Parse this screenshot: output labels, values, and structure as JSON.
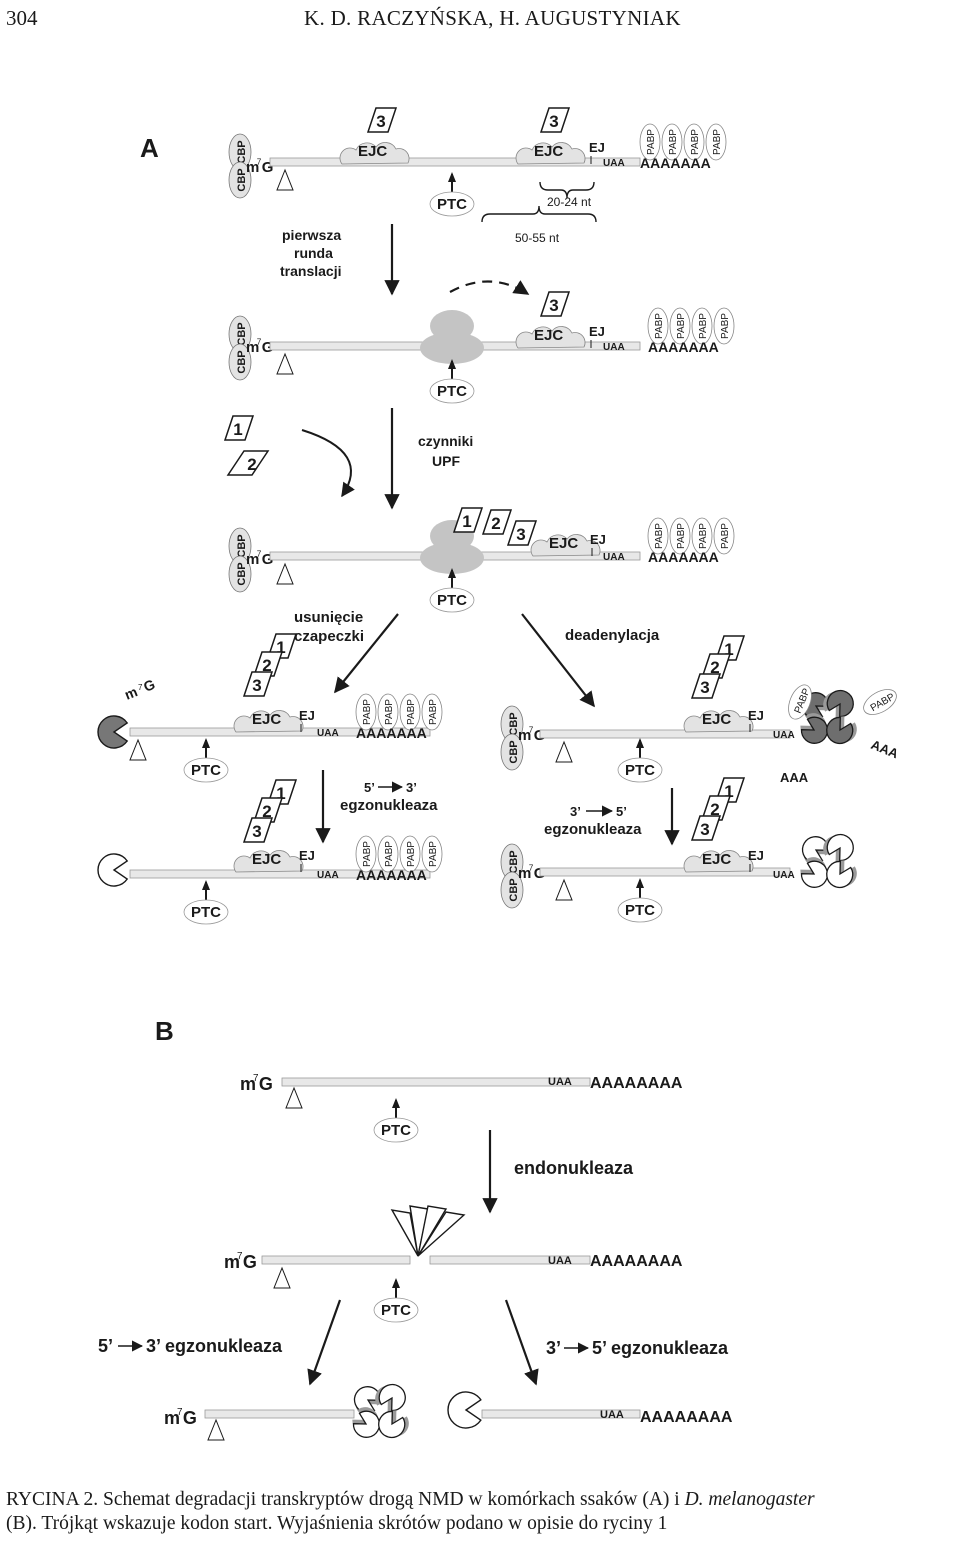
{
  "header": {
    "page_number": "304",
    "authors": "K. D. RACZYŃSKA, H. AUGUSTYNIAK"
  },
  "panels": {
    "a": "A",
    "b": "B"
  },
  "labels": {
    "cbp": "CBP",
    "cap": "m",
    "cap_sup": "7",
    "cap_g": "G",
    "ejc": "EJC",
    "ej": "EJ",
    "uaa": "UAA",
    "ptc": "PTC",
    "pabp": "PABP",
    "polya_a": "AAAAAAA",
    "polya_b": "AAAAAAAA",
    "aaa": "AAA",
    "n1": "1",
    "n2": "2",
    "n3": "3"
  },
  "annotations": {
    "nt_short": "20-24 nt",
    "nt_long": "50-55 nt",
    "first_round": [
      "pierwsza",
      "runda",
      "translacji"
    ],
    "upf": [
      "czynniki",
      "UPF"
    ],
    "decapping": [
      "usunięcie",
      "czapeczki"
    ],
    "deadenylation": "deadenylacja",
    "exo53_top": "5’",
    "exo53_top_end": "3’",
    "exo53_bottom": "egzonukleaza",
    "exo35_top": "3’",
    "exo35_top_end": "5’",
    "exo35_bottom": "egzonukleaza",
    "endonuclease": "endonukleaza",
    "b_exo53_a": "5’",
    "b_exo53_b": "3’ egzonukleaza",
    "b_exo35_a": "3’",
    "b_exo35_b": "5’ egzonukleaza"
  },
  "caption": {
    "prefix": "RYCINA 2. Schemat degradacji transkryptów drogą NMD w komórkach ssaków (A) i",
    "species": "D. melanogaster",
    "line2": "(B). Trójkąt wskazuje kodon start. Wyjaśnienia skrótów podano w opisie do ryciny 1"
  },
  "colors": {
    "ink": "#1a1a1a",
    "grey": "#7d7d7d",
    "light": "#e3e3e3",
    "ribosome": "#c4c4c4",
    "mrna": "#e8e8e8"
  }
}
